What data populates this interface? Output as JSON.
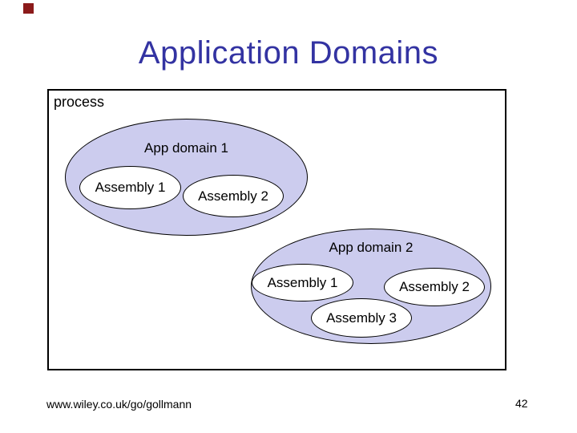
{
  "slide": {
    "title": "Application Domains",
    "footer": "www.wiley.co.uk/go/gollmann",
    "page_number": "42",
    "colors": {
      "title_text": "#3333a2",
      "domain_fill": "#ccccee",
      "assembly_fill": "#ffffff",
      "stroke": "#000000",
      "corner_marker": "#8b1a1a"
    }
  },
  "diagram": {
    "process_label": "process",
    "domains": [
      {
        "label": "App domain 1",
        "assemblies": [
          "Assembly 1",
          "Assembly 2"
        ]
      },
      {
        "label": "App domain 2",
        "assemblies": [
          "Assembly 1",
          "Assembly 2",
          "Assembly 3"
        ]
      }
    ]
  }
}
